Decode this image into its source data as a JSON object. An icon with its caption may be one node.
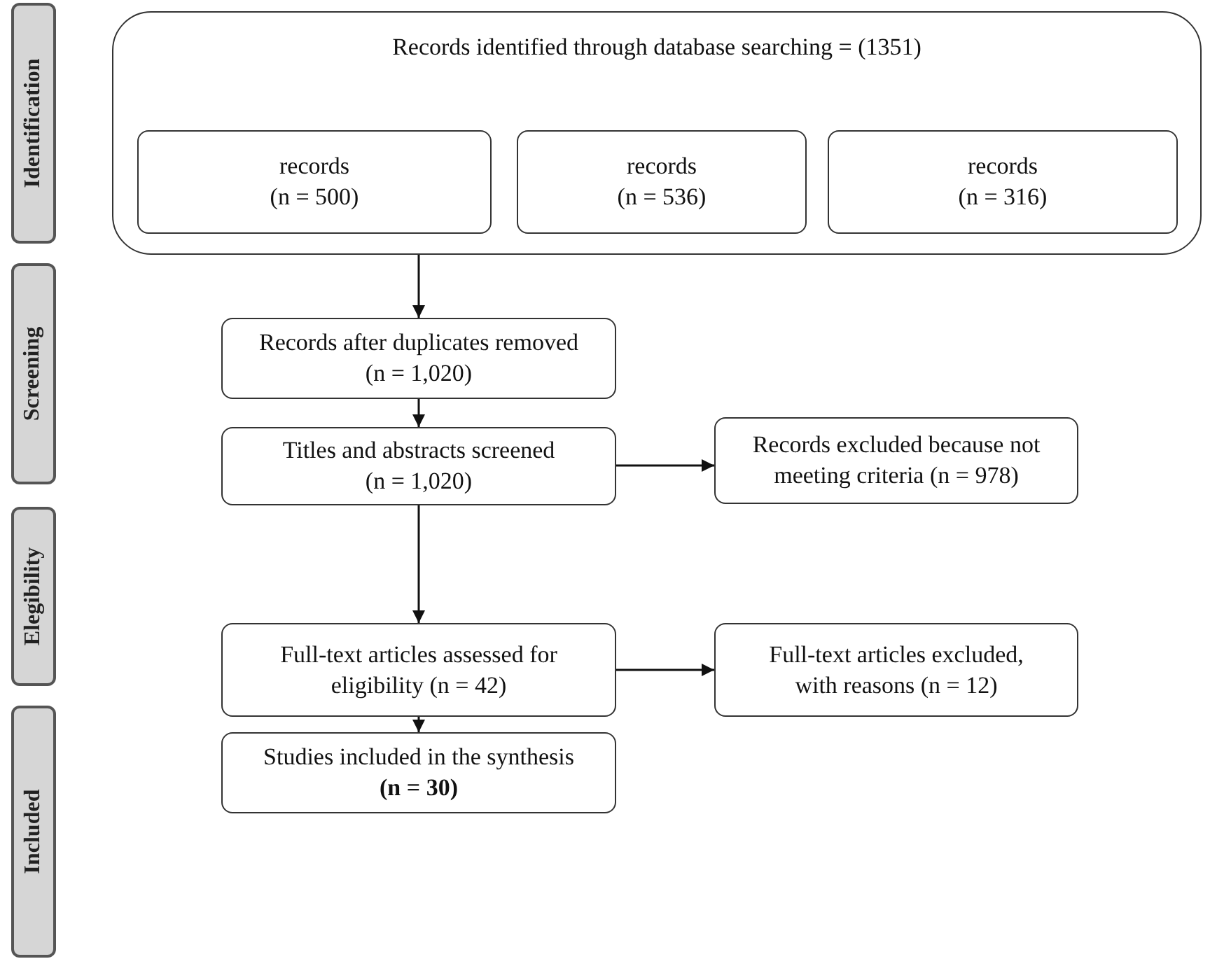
{
  "diagram": {
    "nodes": [
      {
        "text": [
          "Identification"
        ]
      },
      {
        "text": [
          "Screening"
        ]
      },
      {
        "text": [
          "Elegibility"
        ]
      },
      {
        "text": [
          "Included"
        ]
      },
      {
        "text": [
          "Records identified through database searching = (1351)"
        ]
      },
      {
        "text": [
          "records",
          "(n = 500)"
        ],
        "in": 4
      },
      {
        "text": [
          "records",
          "(n = 536)"
        ],
        "in": 4
      },
      {
        "text": [
          "records",
          "(n = 316)"
        ],
        "in": 4
      },
      {
        "text": [
          "Records after duplicates removed",
          "(n = 1,020)"
        ]
      },
      {
        "text": [
          "Titles and abstracts screened",
          "(n = 1,020)"
        ]
      },
      {
        "text": [
          "Records excluded because not meeting criteria (n = 978)"
        ]
      },
      {
        "text": [
          "Full-text articles assessed for",
          "eligibility  (n = 42)"
        ]
      },
      {
        "text": [
          "Full-text articles excluded,",
          "with reasons (n = 12)"
        ]
      },
      {
        "text": [
          "Studies included in the synthesis",
          "**(n = 30)**"
        ]
      }
    ],
    "edges": [
      {
        "from": 4,
        "to": 8,
        "arrow": "to"
      },
      {
        "from": 8,
        "to": 9,
        "arrow": "to"
      },
      {
        "from": 9,
        "to": 10,
        "arrow": "to"
      },
      {
        "from": 9,
        "to": 11,
        "arrow": "to"
      },
      {
        "from": 11,
        "to": 12,
        "arrow": "to"
      },
      {
        "from": 11,
        "to": 13,
        "arrow": "to"
      }
    ]
  }
}
